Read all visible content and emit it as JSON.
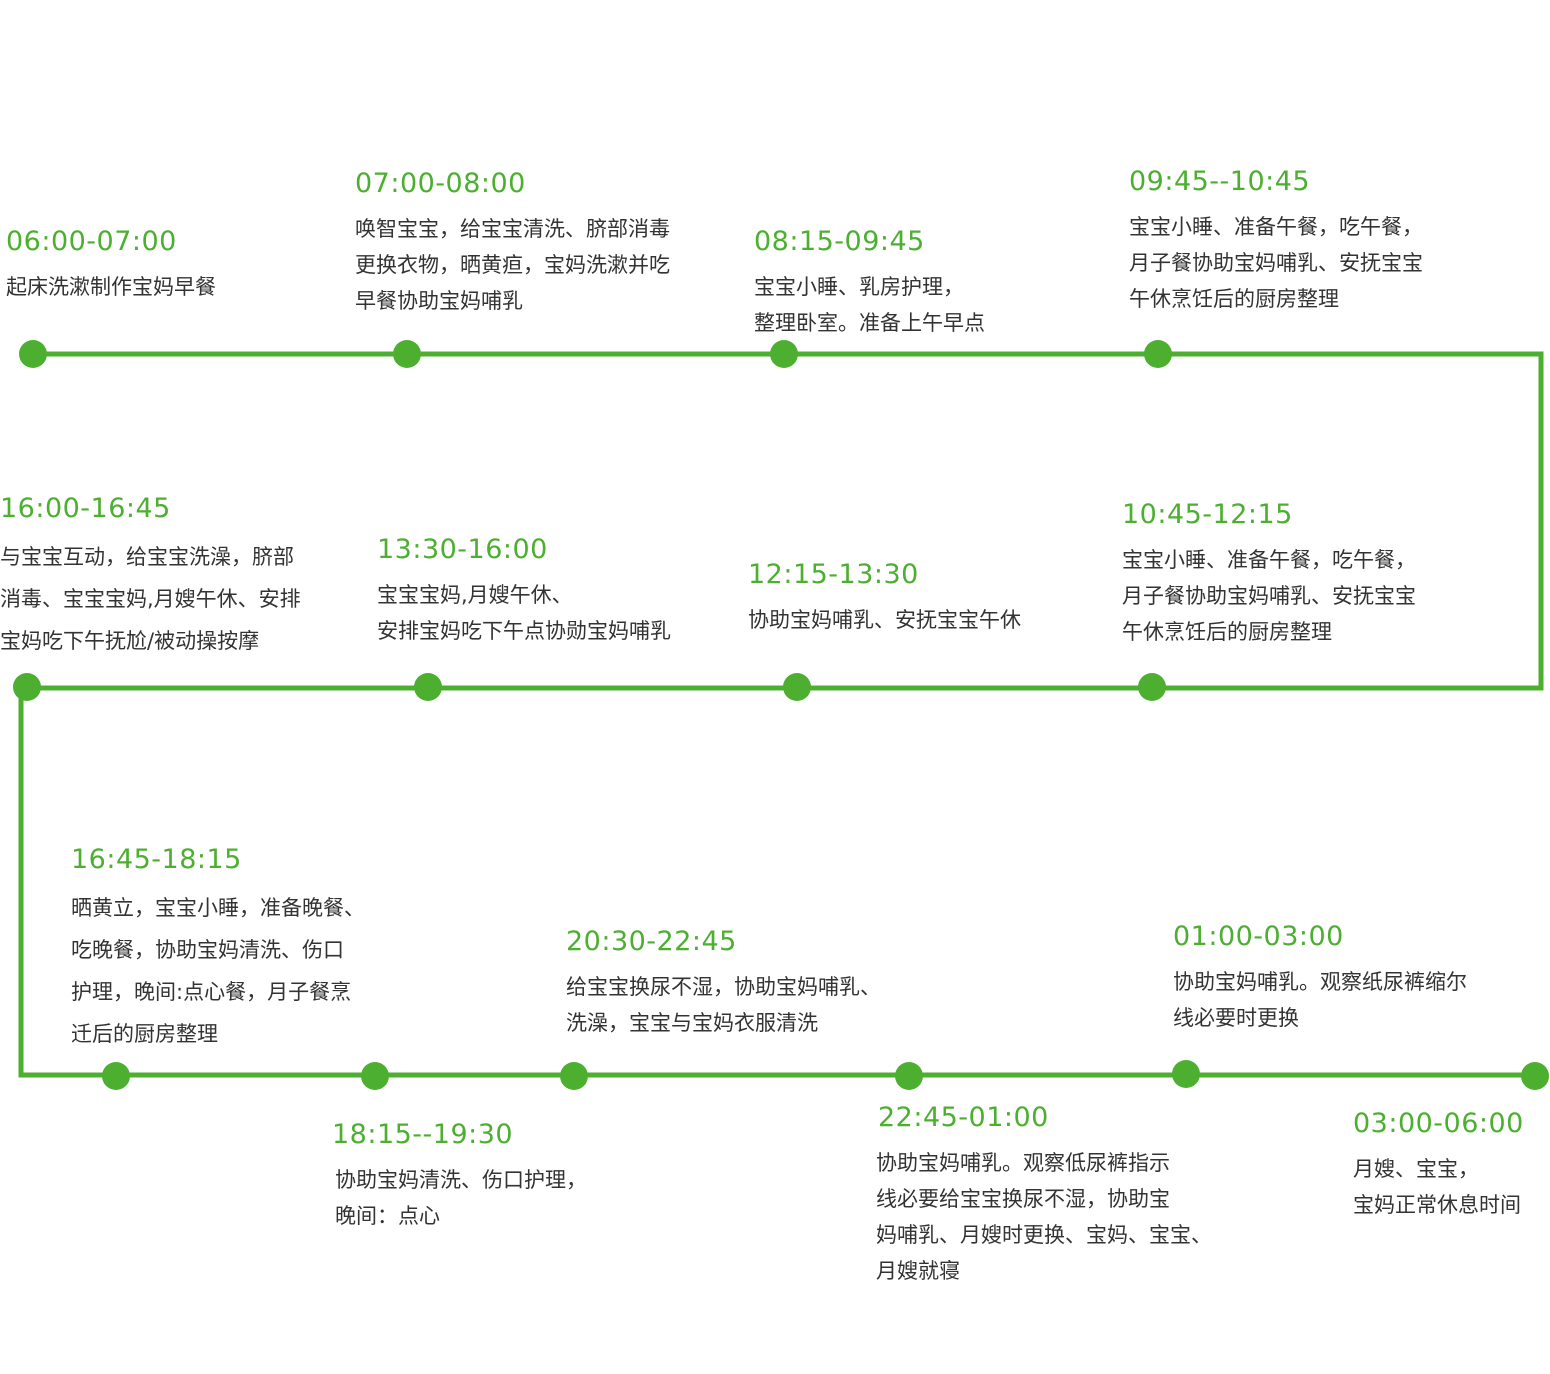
{
  "colors": {
    "accent": "#4caf30",
    "text": "#333333"
  },
  "entries": [
    {
      "time": "06:00-07:00",
      "lines": [
        "起床洗漱制作宝妈早餐"
      ]
    },
    {
      "time": "07:00-08:00",
      "lines": [
        "唤智宝宝，给宝宝清洗、脐部消毒",
        "更换衣物，晒黄疸，宝妈洗漱并吃",
        "早餐协助宝妈哺乳"
      ]
    },
    {
      "time": "08:15-09:45",
      "lines": [
        "宝宝小睡、乳房护理，",
        "整理卧室。准备上午早点"
      ]
    },
    {
      "time": "09:45--10:45",
      "lines": [
        "宝宝小睡、准备午餐，吃午餐，",
        "月子餐协助宝妈哺乳、安抚宝宝",
        "午休烹饪后的厨房整理"
      ]
    },
    {
      "time": "16:00-16:45",
      "lines": [
        "与宝宝互动，给宝宝洗澡，脐部",
        "消毒、宝宝宝妈,月嫂午休、安排",
        "宝妈吃下午抚尬/被动操按摩"
      ]
    },
    {
      "time": "13:30-16:00",
      "lines": [
        "宝宝宝妈,月嫂午休、",
        "安排宝妈吃下午点协勋宝妈哺乳"
      ]
    },
    {
      "time": "12:15-13:30",
      "lines": [
        "协助宝妈哺乳、安抚宝宝午休"
      ]
    },
    {
      "time": "10:45-12:15",
      "lines": [
        "宝宝小睡、准备午餐，吃午餐，",
        "月子餐协助宝妈哺乳、安抚宝宝",
        "午休烹饪后的厨房整理"
      ]
    },
    {
      "time": "16:45-18:15",
      "lines": [
        "晒黄立，宝宝小睡，准备晚餐、",
        "吃晚餐，协助宝妈清洗、伤口",
        "护理，晚间:点心餐，月子餐烹",
        "迁后的厨房整理"
      ]
    },
    {
      "time": "18:15--19:30",
      "lines": [
        "协助宝妈清洗、伤口护理，",
        "晚间：点心"
      ]
    },
    {
      "time": "20:30-22:45",
      "lines": [
        "给宝宝换尿不湿，协助宝妈哺乳、",
        "洗澡，宝宝与宝妈衣服清洗"
      ]
    },
    {
      "time": "22:45-01:00",
      "lines": [
        "协助宝妈哺乳。观察低尿裤指示",
        "线必要给宝宝换尿不湿，协助宝",
        "妈哺乳、月嫂时更换、宝妈、宝宝、",
        "月嫂就寝"
      ]
    },
    {
      "time": "01:00-03:00",
      "lines": [
        "协助宝妈哺乳。观察纸尿裤缩尔",
        "线必要时更换"
      ]
    },
    {
      "time": "03:00-06:00",
      "lines": [
        "月嫂、宝宝，",
        "宝妈正常休息时间"
      ]
    }
  ]
}
